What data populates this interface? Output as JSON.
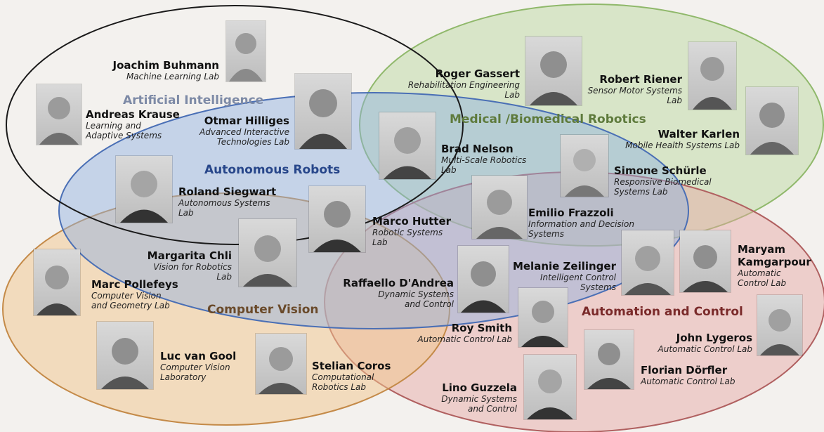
{
  "colors": {
    "ai": "#1a1a1a",
    "autonomous": "#4a6fb5",
    "medical": "#8fb86a",
    "vision": "#d8a46a",
    "control": "#c56a6a",
    "ai_label": "#7d8aa6",
    "autonomous_label": "#27468a",
    "medical_label": "#5e7a3c",
    "vision_label": "#6a4a2a",
    "control_label": "#7a2a2a"
  },
  "areas": {
    "ai": "Artificial Intelligence",
    "autonomous": "Autonomous Robots",
    "medical": "Medical /Biomedical Robotics",
    "vision": "Computer Vision",
    "control": "Automation and Control"
  },
  "people": [
    {
      "name": "Joachim Buhmann",
      "lab": [
        "Machine Learning Lab"
      ]
    },
    {
      "name": "Andreas Krause",
      "lab": [
        "Learning and",
        "Adaptive Systems"
      ]
    },
    {
      "name": "Otmar Hilliges",
      "lab": [
        "Advanced Interactive",
        "Technologies Lab"
      ]
    },
    {
      "name": "Roger Gassert",
      "lab": [
        "Rehabilitation Engineering",
        "Lab"
      ]
    },
    {
      "name": "Robert Riener",
      "lab": [
        "Sensor Motor Systems",
        "Lab"
      ]
    },
    {
      "name": "Walter Karlen",
      "lab": [
        "Mobile Health Systems Lab"
      ]
    },
    {
      "name": "Brad Nelson",
      "lab": [
        "Multi-Scale Robotics",
        "Lab"
      ]
    },
    {
      "name": "Simone Schürle",
      "lab": [
        "Responsive Biomedical",
        "Systems Lab"
      ]
    },
    {
      "name": "Roland Siegwart",
      "lab": [
        "Autonomous Systems",
        "Lab"
      ]
    },
    {
      "name": "Marco Hutter",
      "lab": [
        "Robotic Systems",
        "Lab"
      ]
    },
    {
      "name": "Emilio Frazzoli",
      "lab": [
        "Information and Decision",
        "Systems"
      ]
    },
    {
      "name": "Margarita Chli",
      "lab": [
        "Vision for Robotics",
        "Lab"
      ]
    },
    {
      "name": "Marc Pollefeys",
      "lab": [
        "Computer Vision",
        "and Geometry Lab"
      ]
    },
    {
      "name": "Raffaello D'Andrea",
      "lab": [
        "Dynamic Systems",
        "and Control"
      ]
    },
    {
      "name": "Melanie Zeilinger",
      "lab": [
        "Intelligent Control",
        "Systems"
      ]
    },
    {
      "name": "Maryam",
      "name2": "Kamgarpour",
      "lab": [
        "Automatic",
        "Control Lab"
      ]
    },
    {
      "name": "Roy Smith",
      "lab": [
        "Automatic Control Lab"
      ]
    },
    {
      "name": "John Lygeros",
      "lab": [
        "Automatic Control Lab"
      ]
    },
    {
      "name": "Luc van Gool",
      "lab": [
        "Computer Vision",
        "Laboratory"
      ]
    },
    {
      "name": "Stelian Coros",
      "lab": [
        "Computational",
        "Robotics Lab"
      ]
    },
    {
      "name": "Florian Dörfler",
      "lab": [
        "Automatic Control Lab"
      ]
    },
    {
      "name": "Lino Guzzela",
      "lab": [
        "Dynamic Systems",
        "and Control"
      ]
    }
  ]
}
